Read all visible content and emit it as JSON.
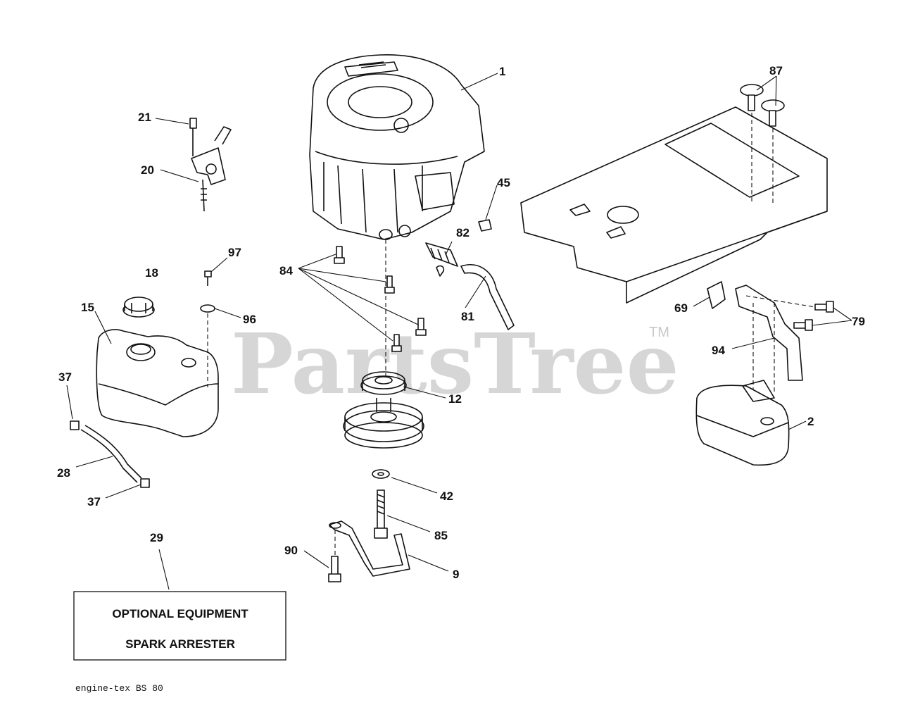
{
  "watermark": {
    "text": "PartsTree",
    "trademark": "TM"
  },
  "callouts": {
    "c1": "1",
    "c2": "2",
    "c9": "9",
    "c12": "12",
    "c15": "15",
    "c18": "18",
    "c20": "20",
    "c21": "21",
    "c28": "28",
    "c29": "29",
    "c37a": "37",
    "c37b": "37",
    "c42": "42",
    "c45": "45",
    "c69": "69",
    "c79": "79",
    "c81": "81",
    "c82": "82",
    "c84": "84",
    "c85": "85",
    "c87": "87",
    "c90": "90",
    "c94": "94",
    "c96": "96",
    "c97": "97"
  },
  "optional_box": {
    "line1": "OPTIONAL EQUIPMENT",
    "line2": "SPARK ARRESTER"
  },
  "footer": {
    "code": "engine-tex  BS 80"
  }
}
